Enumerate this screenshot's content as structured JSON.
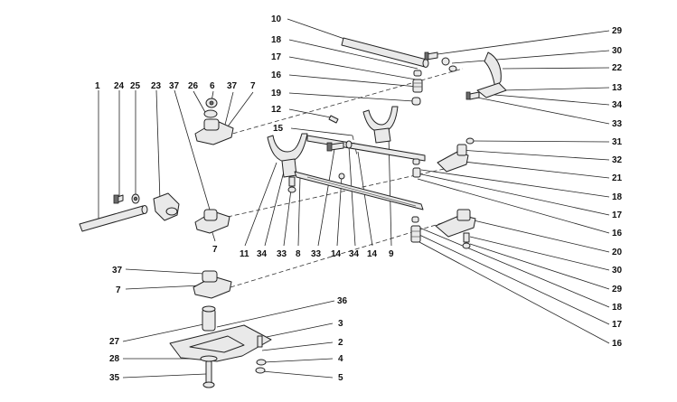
{
  "labels": [
    {
      "id": "l1",
      "text": "1"
    },
    {
      "id": "l24",
      "text": "24"
    },
    {
      "id": "l25",
      "text": "25"
    },
    {
      "id": "l23",
      "text": "23"
    },
    {
      "id": "l37a",
      "text": "37"
    },
    {
      "id": "l26",
      "text": "26"
    },
    {
      "id": "l6",
      "text": "6"
    },
    {
      "id": "l37b",
      "text": "37"
    },
    {
      "id": "l7a",
      "text": "7"
    },
    {
      "id": "l10",
      "text": "10"
    },
    {
      "id": "l18a",
      "text": "18"
    },
    {
      "id": "l17a",
      "text": "17"
    },
    {
      "id": "l16a",
      "text": "16"
    },
    {
      "id": "l19",
      "text": "19"
    },
    {
      "id": "l12",
      "text": "12"
    },
    {
      "id": "l15",
      "text": "15"
    },
    {
      "id": "l29a",
      "text": "29"
    },
    {
      "id": "l30a",
      "text": "30"
    },
    {
      "id": "l22",
      "text": "22"
    },
    {
      "id": "l13",
      "text": "13"
    },
    {
      "id": "l34a",
      "text": "34"
    },
    {
      "id": "l33a",
      "text": "33"
    },
    {
      "id": "l31",
      "text": "31"
    },
    {
      "id": "l32",
      "text": "32"
    },
    {
      "id": "l21",
      "text": "21"
    },
    {
      "id": "l18b",
      "text": "18"
    },
    {
      "id": "l17b",
      "text": "17"
    },
    {
      "id": "l16b",
      "text": "16"
    },
    {
      "id": "l20",
      "text": "20"
    },
    {
      "id": "l30b",
      "text": "30"
    },
    {
      "id": "l29b",
      "text": "29"
    },
    {
      "id": "l18c",
      "text": "18"
    },
    {
      "id": "l17c",
      "text": "17"
    },
    {
      "id": "l16c",
      "text": "16"
    },
    {
      "id": "l11",
      "text": "11"
    },
    {
      "id": "l34b",
      "text": "34"
    },
    {
      "id": "l33b",
      "text": "33"
    },
    {
      "id": "l8",
      "text": "8"
    },
    {
      "id": "l33c",
      "text": "33"
    },
    {
      "id": "l14a",
      "text": "14"
    },
    {
      "id": "l34c",
      "text": "34"
    },
    {
      "id": "l14b",
      "text": "14"
    },
    {
      "id": "l9",
      "text": "9"
    },
    {
      "id": "l7b",
      "text": "7"
    },
    {
      "id": "l37c",
      "text": "37"
    },
    {
      "id": "l7c",
      "text": "7"
    },
    {
      "id": "l36",
      "text": "36"
    },
    {
      "id": "l27",
      "text": "27"
    },
    {
      "id": "l3",
      "text": "3"
    },
    {
      "id": "l2",
      "text": "2"
    },
    {
      "id": "l28",
      "text": "28"
    },
    {
      "id": "l4",
      "text": "4"
    },
    {
      "id": "l35",
      "text": "35"
    },
    {
      "id": "l5",
      "text": "5"
    }
  ]
}
